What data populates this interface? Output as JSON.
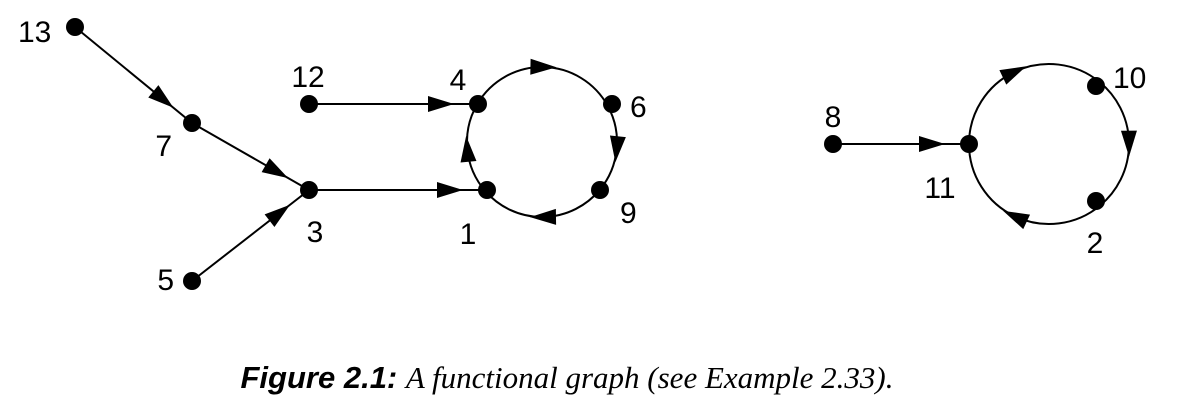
{
  "figure": {
    "caption_label": "Figure 2.1:",
    "caption_text": "A functional graph (see Example 2.33).",
    "colors": {
      "ink": "#000000",
      "background": "#ffffff"
    }
  },
  "graph": {
    "nodes": [
      {
        "id": "13",
        "label": "13"
      },
      {
        "id": "7",
        "label": "7"
      },
      {
        "id": "3",
        "label": "3"
      },
      {
        "id": "5",
        "label": "5"
      },
      {
        "id": "12",
        "label": "12"
      },
      {
        "id": "4",
        "label": "4"
      },
      {
        "id": "6",
        "label": "6"
      },
      {
        "id": "9",
        "label": "9"
      },
      {
        "id": "1",
        "label": "1"
      },
      {
        "id": "8",
        "label": "8"
      },
      {
        "id": "11",
        "label": "11"
      },
      {
        "id": "10",
        "label": "10"
      },
      {
        "id": "2",
        "label": "2"
      }
    ],
    "edges": [
      {
        "from": "13",
        "to": "7"
      },
      {
        "from": "7",
        "to": "3"
      },
      {
        "from": "5",
        "to": "3"
      },
      {
        "from": "3",
        "to": "1"
      },
      {
        "from": "12",
        "to": "4"
      },
      {
        "from": "1",
        "to": "4"
      },
      {
        "from": "4",
        "to": "6"
      },
      {
        "from": "6",
        "to": "9"
      },
      {
        "from": "9",
        "to": "1"
      },
      {
        "from": "8",
        "to": "11"
      },
      {
        "from": "11",
        "to": "10"
      },
      {
        "from": "10",
        "to": "2"
      },
      {
        "from": "2",
        "to": "11"
      }
    ]
  }
}
